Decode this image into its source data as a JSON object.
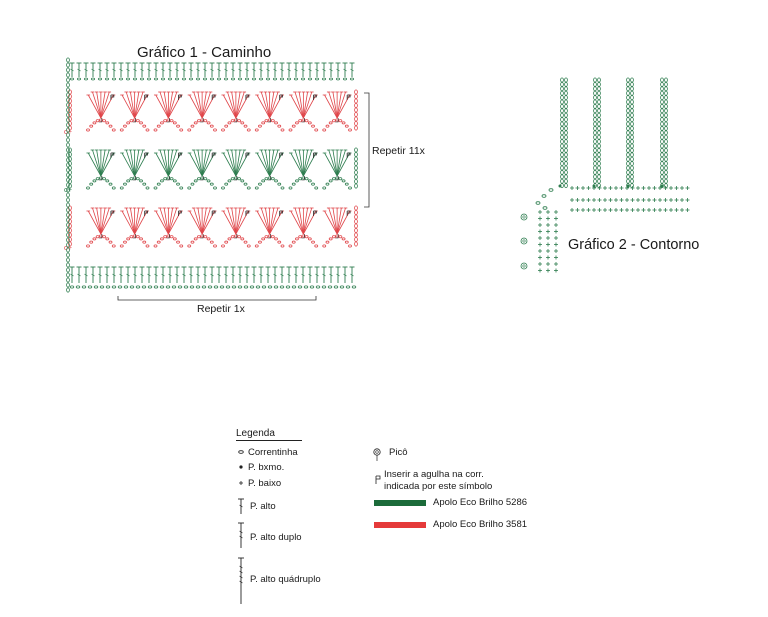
{
  "chart1": {
    "title": "Gráfico 1 - Caminho",
    "repeat_rows": "Repetir 11x",
    "repeat_cols": "Repetir 1x"
  },
  "chart2": {
    "title": "Gráfico 2 - Contorno"
  },
  "legend": {
    "title": "Legenda",
    "items": [
      {
        "symbol": "chain",
        "label": "Correntinha"
      },
      {
        "symbol": "slip-stitch",
        "label": "P. bxmo."
      },
      {
        "symbol": "single-crochet",
        "label": "P. baixo"
      },
      {
        "symbol": "double-crochet",
        "label": "P. alto"
      },
      {
        "symbol": "treble-crochet",
        "label": "P. alto duplo"
      },
      {
        "symbol": "quadruple-treble",
        "label": "P. alto quádruplo"
      }
    ],
    "picot": "Picô",
    "insert_line1": "Inserir a agulha na corr.",
    "insert_line2": "indicada por este símbolo",
    "yarns": [
      {
        "label": "Apolo Eco Brilho 5286",
        "color": "#1b6b3a"
      },
      {
        "label": "Apolo Eco Brilho 3581",
        "color": "#e53a3a"
      }
    ]
  },
  "colors": {
    "green": "#2e7d4f",
    "red": "#e0464a"
  }
}
